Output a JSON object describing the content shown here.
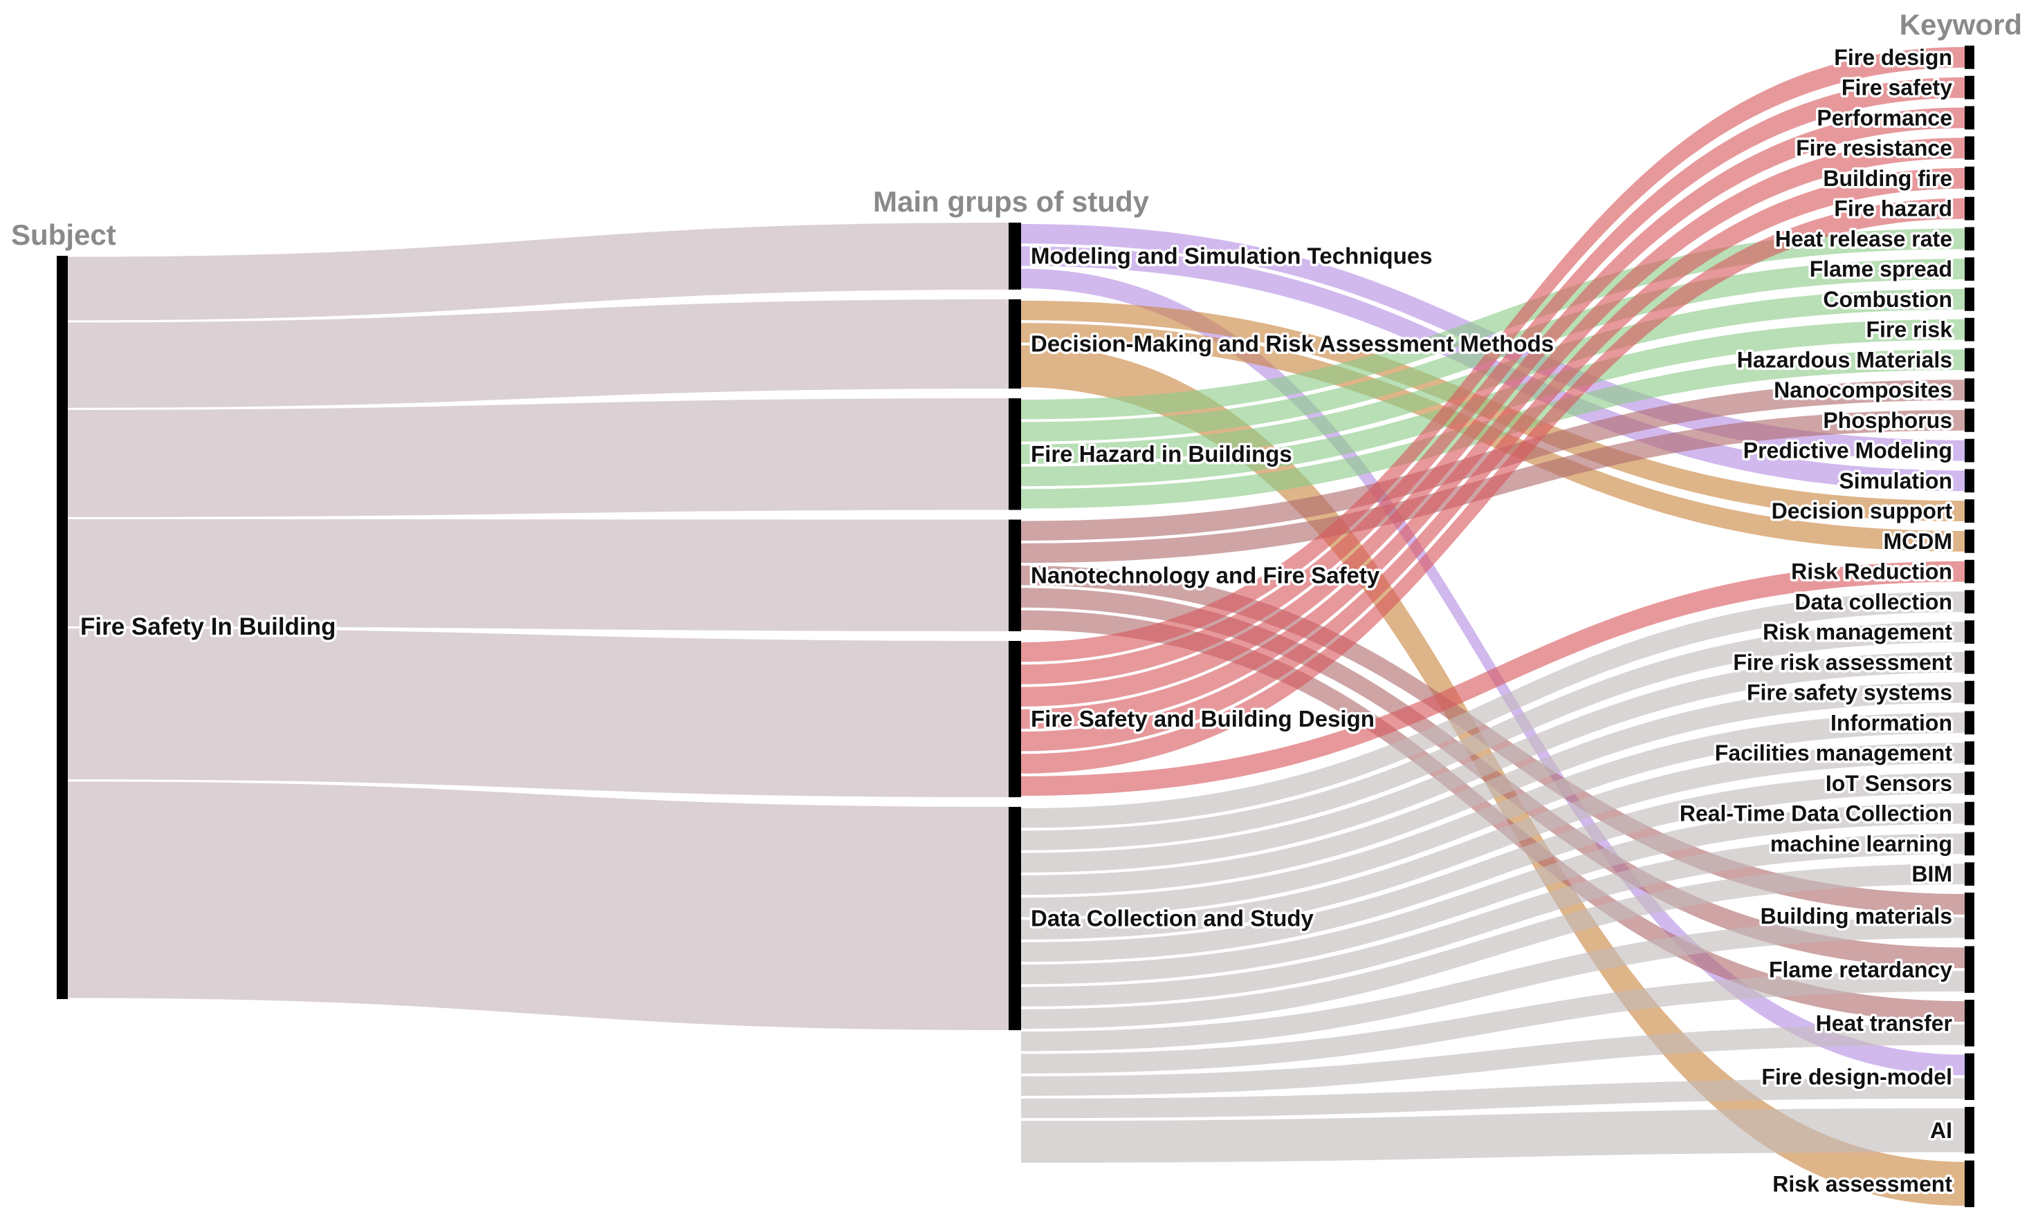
{
  "columns": {
    "subject": "Subject",
    "groups": "Main grups of study",
    "keywords": "Keyword"
  },
  "subject": {
    "label": "Fire Safety In Building"
  },
  "colors": {
    "modeling": "#b48ee3",
    "decision": "#c98640",
    "hazard": "#8dcb88",
    "nano": "#b06c6e",
    "design": "#d9585e",
    "data": "#c3bcbc",
    "subject_link": "#d9cdd2",
    "node": "#000000"
  },
  "groups": [
    {
      "id": "modeling",
      "label": "Modeling and Simulation Techniques",
      "value": 3
    },
    {
      "id": "decision",
      "label": "Decision-Making and Risk Assessment Methods",
      "value": 4
    },
    {
      "id": "hazard",
      "label": "Fire Hazard in Buildings",
      "value": 5
    },
    {
      "id": "nano",
      "label": "Nanotechnology and Fire Safety",
      "value": 5
    },
    {
      "id": "design",
      "label": "Fire Safety and Building Design",
      "value": 7
    },
    {
      "id": "data",
      "label": "Data Collection and Study",
      "value": 10
    }
  ],
  "keywords": [
    {
      "label": "Fire design",
      "value": 1
    },
    {
      "label": "Fire safety",
      "value": 1
    },
    {
      "label": "Performance",
      "value": 1
    },
    {
      "label": "Fire resistance",
      "value": 1
    },
    {
      "label": "Building fire",
      "value": 1
    },
    {
      "label": "Fire hazard",
      "value": 1
    },
    {
      "label": "Heat release rate",
      "value": 1
    },
    {
      "label": "Flame spread",
      "value": 1
    },
    {
      "label": "Combustion",
      "value": 1
    },
    {
      "label": "Fire risk",
      "value": 1
    },
    {
      "label": "Hazardous Materials",
      "value": 1
    },
    {
      "label": "Nanocomposites",
      "value": 1
    },
    {
      "label": "Phosphorus",
      "value": 1
    },
    {
      "label": "Predictive Modeling",
      "value": 1
    },
    {
      "label": "Simulation",
      "value": 1
    },
    {
      "label": "Decision support",
      "value": 1
    },
    {
      "label": "MCDM",
      "value": 1
    },
    {
      "label": "Risk Reduction",
      "value": 1
    },
    {
      "label": "Data collection",
      "value": 1
    },
    {
      "label": "Risk management",
      "value": 1
    },
    {
      "label": "Fire risk assessment",
      "value": 1
    },
    {
      "label": "Fire safety systems",
      "value": 1
    },
    {
      "label": "Information",
      "value": 1
    },
    {
      "label": "Facilities management",
      "value": 1
    },
    {
      "label": "IoT Sensors",
      "value": 1
    },
    {
      "label": "Real-Time Data Collection",
      "value": 1
    },
    {
      "label": "machine learning",
      "value": 1
    },
    {
      "label": "BIM",
      "value": 1
    },
    {
      "label": "Building materials",
      "value": 2
    },
    {
      "label": "Flame retardancy",
      "value": 2
    },
    {
      "label": "Heat transfer",
      "value": 2
    },
    {
      "label": "Fire design-model",
      "value": 2
    },
    {
      "label": "AI",
      "value": 2
    },
    {
      "label": "Risk assessment",
      "value": 2
    }
  ],
  "links": [
    {
      "source": "modeling",
      "target": "Predictive Modeling",
      "value": 1
    },
    {
      "source": "modeling",
      "target": "Simulation",
      "value": 1
    },
    {
      "source": "modeling",
      "target": "Fire design-model",
      "value": 1
    },
    {
      "source": "decision",
      "target": "Decision support",
      "value": 1
    },
    {
      "source": "decision",
      "target": "MCDM",
      "value": 1
    },
    {
      "source": "decision",
      "target": "Risk assessment",
      "value": 2
    },
    {
      "source": "hazard",
      "target": "Heat release rate",
      "value": 1
    },
    {
      "source": "hazard",
      "target": "Flame spread",
      "value": 1
    },
    {
      "source": "hazard",
      "target": "Combustion",
      "value": 1
    },
    {
      "source": "hazard",
      "target": "Fire risk",
      "value": 1
    },
    {
      "source": "hazard",
      "target": "Hazardous Materials",
      "value": 1
    },
    {
      "source": "nano",
      "target": "Nanocomposites",
      "value": 1
    },
    {
      "source": "nano",
      "target": "Phosphorus",
      "value": 1
    },
    {
      "source": "nano",
      "target": "Building materials",
      "value": 1
    },
    {
      "source": "nano",
      "target": "Flame retardancy",
      "value": 1
    },
    {
      "source": "nano",
      "target": "Heat transfer",
      "value": 1
    },
    {
      "source": "design",
      "target": "Fire design",
      "value": 1
    },
    {
      "source": "design",
      "target": "Fire safety",
      "value": 1
    },
    {
      "source": "design",
      "target": "Performance",
      "value": 1
    },
    {
      "source": "design",
      "target": "Fire resistance",
      "value": 1
    },
    {
      "source": "design",
      "target": "Building fire",
      "value": 1
    },
    {
      "source": "design",
      "target": "Fire hazard",
      "value": 1
    },
    {
      "source": "design",
      "target": "Risk Reduction",
      "value": 1
    },
    {
      "source": "data",
      "target": "Data collection",
      "value": 1
    },
    {
      "source": "data",
      "target": "Risk management",
      "value": 1
    },
    {
      "source": "data",
      "target": "Fire risk assessment",
      "value": 1
    },
    {
      "source": "data",
      "target": "Fire safety systems",
      "value": 1
    },
    {
      "source": "data",
      "target": "Information",
      "value": 1
    },
    {
      "source": "data",
      "target": "Facilities management",
      "value": 1
    },
    {
      "source": "data",
      "target": "IoT Sensors",
      "value": 1
    },
    {
      "source": "data",
      "target": "Real-Time Data Collection",
      "value": 1
    },
    {
      "source": "data",
      "target": "machine learning",
      "value": 1
    },
    {
      "source": "data",
      "target": "BIM",
      "value": 1
    },
    {
      "source": "data",
      "target": "Building materials",
      "value": 1
    },
    {
      "source": "data",
      "target": "Flame retardancy",
      "value": 1
    },
    {
      "source": "data",
      "target": "Heat transfer",
      "value": 1
    },
    {
      "source": "data",
      "target": "Fire design-model",
      "value": 1
    },
    {
      "source": "data",
      "target": "AI",
      "value": 2
    }
  ]
}
